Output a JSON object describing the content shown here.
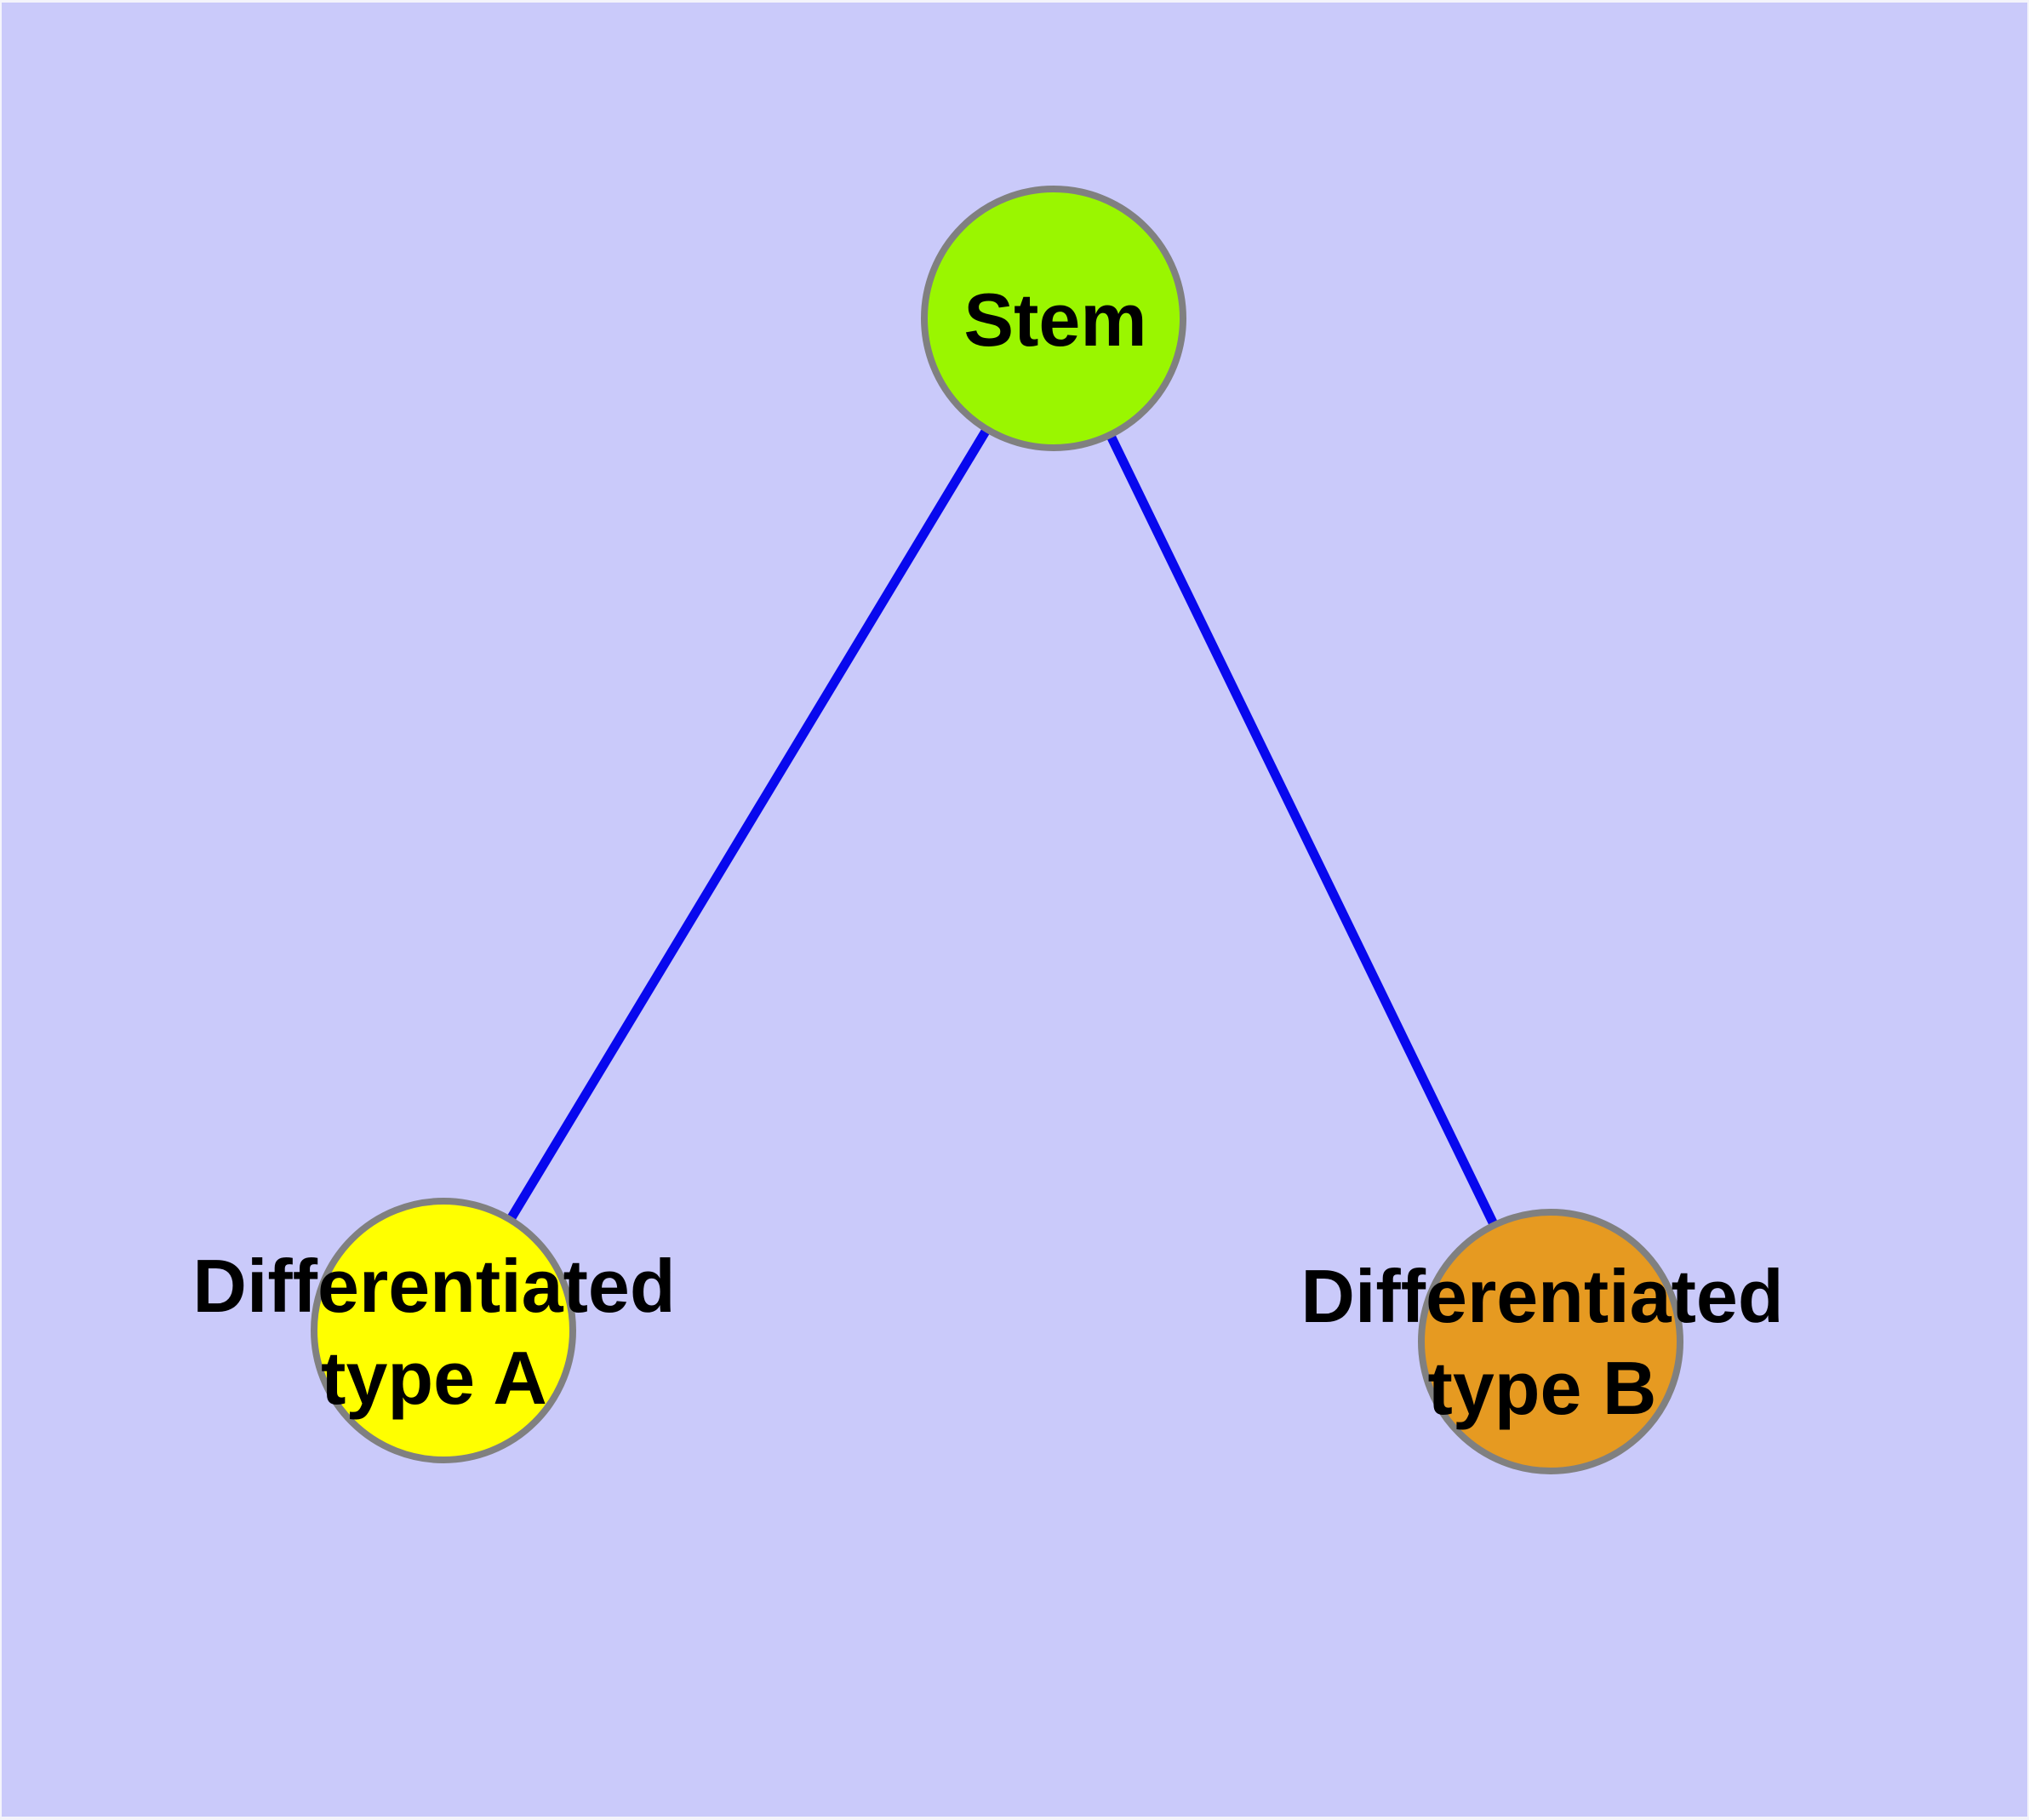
{
  "diagram": {
    "type": "graph",
    "background_color": "#cacafa",
    "edge_color": "#0808ee",
    "node_border_color": "#808080",
    "label_color": "#000000",
    "nodes": {
      "stem": {
        "label": "Stem",
        "fill": "#9af600"
      },
      "type_a": {
        "label": "Differentiated type A",
        "line1": "Differentiated",
        "line2": "type A",
        "fill": "#ffff00"
      },
      "type_b": {
        "label": "Differentiated type B",
        "line1": "Differentiated",
        "line2": "type B",
        "fill": "#e69a21"
      }
    },
    "edges": [
      {
        "from": "Stem",
        "to": "Differentiated type A"
      },
      {
        "from": "Stem",
        "to": "Differentiated type B"
      }
    ]
  }
}
